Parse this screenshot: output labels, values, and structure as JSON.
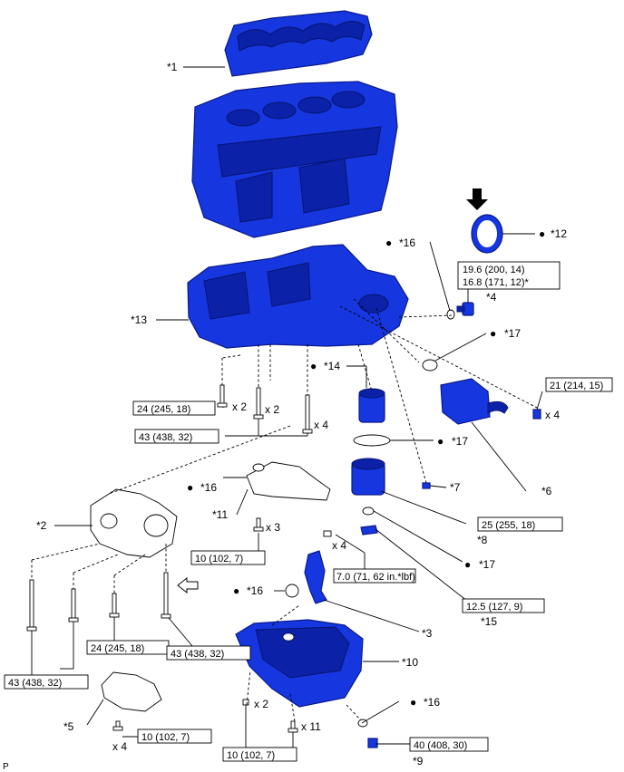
{
  "callouts": {
    "c1": "*1",
    "c2": "*2",
    "c3": "*3",
    "c4": "*4",
    "c5": "*5",
    "c6": "*6",
    "c7": "*7",
    "c8": "*8",
    "c9": "*9",
    "c10": "*10",
    "c11": "*11",
    "c12": "*12",
    "c13": "*13",
    "c14": "*14",
    "c15": "*15",
    "c16a": "*16",
    "c16b": "*16",
    "c16c": "*16",
    "c16d": "*16",
    "c17a": "*17",
    "c17b": "*17",
    "c17c": "*17"
  },
  "torques": {
    "t_4a": "19.6 (200, 14)",
    "t_4b": "16.8 (171, 12)*",
    "t_21": "21 (214, 15)",
    "t_24a": "24 (245, 18)",
    "t_43a": "43 (438, 32)",
    "t_10a": "10 (102, 7)",
    "t_25": "25 (255, 18)",
    "t_7": "7.0 (71, 62 in.*lbf)",
    "t_125": "12.5 (127, 9)",
    "t_24b": "24 (245, 18)",
    "t_43b": "43 (438, 32)",
    "t_43c": "43 (438, 32)",
    "t_10b": "10 (102, 7)",
    "t_10c": "10 (102, 7)",
    "t_40": "40 (408, 30)"
  },
  "quantities": {
    "q1": "x 2",
    "q2": "x 2",
    "q3": "x 4",
    "q4": "x 4",
    "q5": "x 3",
    "q6": "x 4",
    "q7": "x 4",
    "q8": "x 2",
    "q9": "x 11"
  },
  "bullet": "●",
  "corner_mark": "P",
  "colors": {
    "part_fill": "#1636e0",
    "part_dark": "#0b22a8"
  }
}
